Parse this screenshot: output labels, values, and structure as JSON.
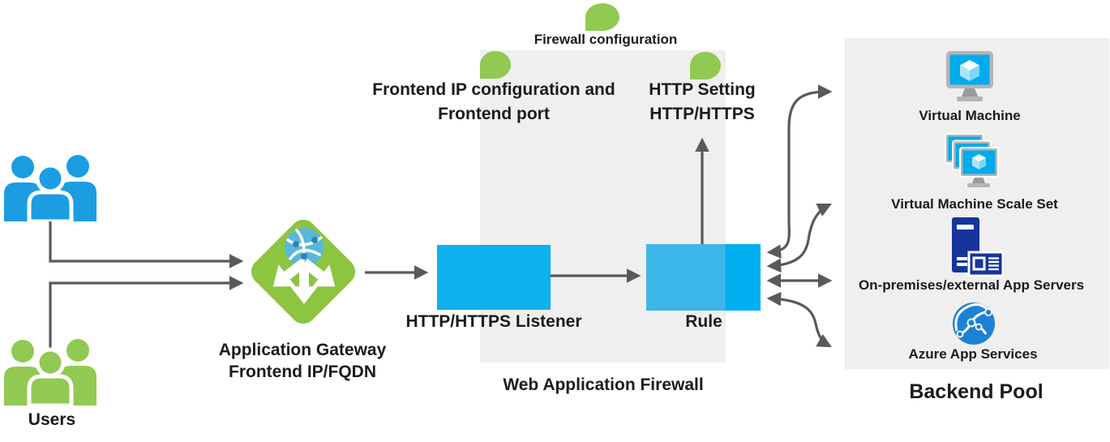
{
  "users": {
    "label": "Users"
  },
  "gateway": {
    "line1": "Application Gateway",
    "line2": "Frontend IP/FQDN"
  },
  "waf": {
    "label": "Web Application Firewall",
    "listener_label": "HTTP/HTTPS Listener",
    "rule_label": "Rule"
  },
  "annotations": {
    "firewall_config": "Firewall configuration",
    "frontend_line1": "Frontend IP configuration and",
    "frontend_line2": "Frontend port",
    "http_setting_line1": "HTTP Setting",
    "http_setting_line2": "HTTP/HTTPS"
  },
  "backend_pool": {
    "label": "Backend Pool",
    "items": [
      {
        "label": "Virtual Machine",
        "icon": "virtual-machine-icon"
      },
      {
        "label": "Virtual Machine Scale Set",
        "icon": "virtual-machine-scale-set-icon"
      },
      {
        "label": "On-premises/external App Servers",
        "icon": "on-premises-server-icon"
      },
      {
        "label": "Azure App Services",
        "icon": "azure-app-services-icon"
      }
    ]
  },
  "colors": {
    "accent_blue": "#00b0f0",
    "icon_blue": "#1b9de2",
    "accent_green": "#92c952",
    "gateway_green": "#8cc540",
    "panel_gray": "#efefef",
    "arrow_gray": "#595959",
    "server_blue": "#16349c",
    "app_service_blue": "#1e82d4"
  }
}
